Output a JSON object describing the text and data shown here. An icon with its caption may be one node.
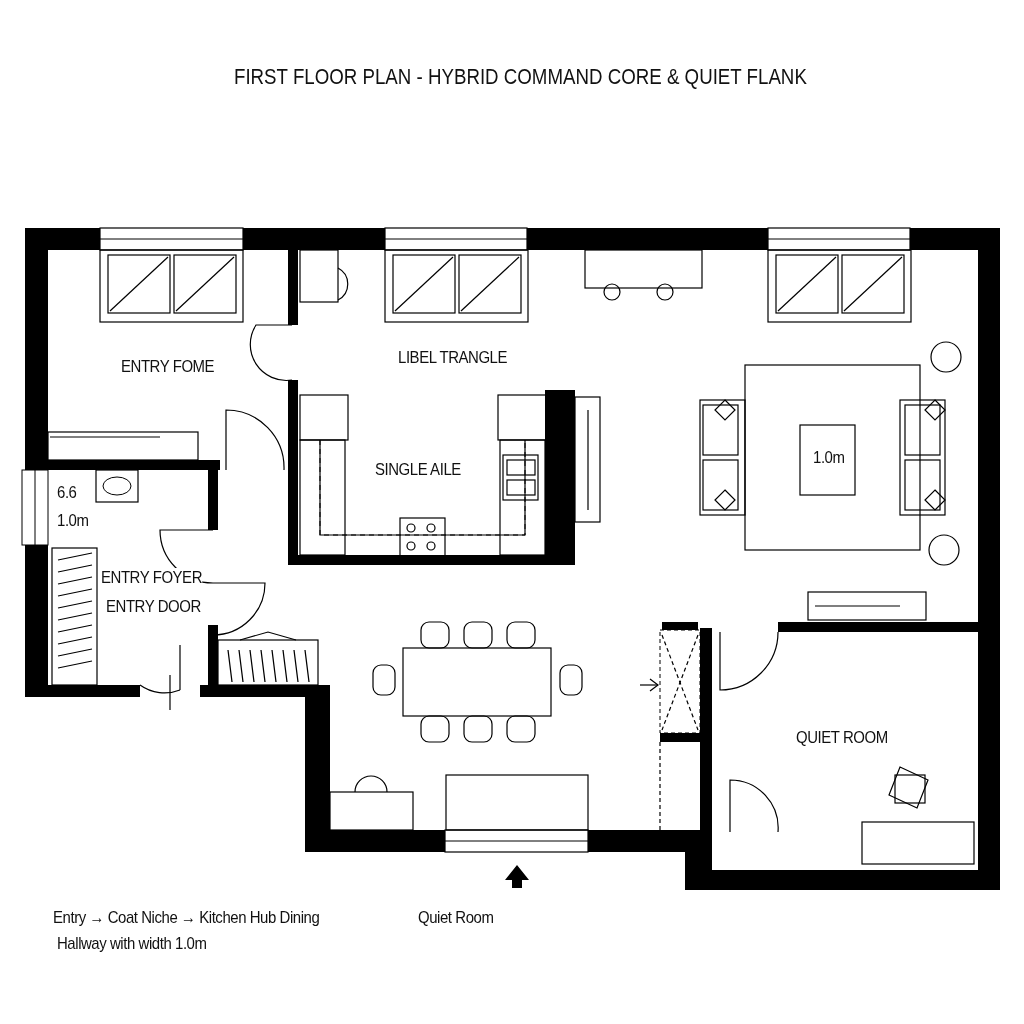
{
  "diagram": {
    "title": "FIRST FLOOR PLAN - HYBRID COMMAND CORE & QUIET FLANK",
    "labels": [
      "ENTRY FOME",
      "LIBEL TRANGLE",
      "1.0m",
      "SINGLE AILE",
      "6.6",
      "1.0m",
      "ENTRY FOYER",
      "ENTRY DOOR",
      "QUIET ROOM",
      "Entry → Coat Niche → Kitchen Hub Dining",
      "Quiet Room",
      "Hallway with width 1.0m"
    ]
  }
}
